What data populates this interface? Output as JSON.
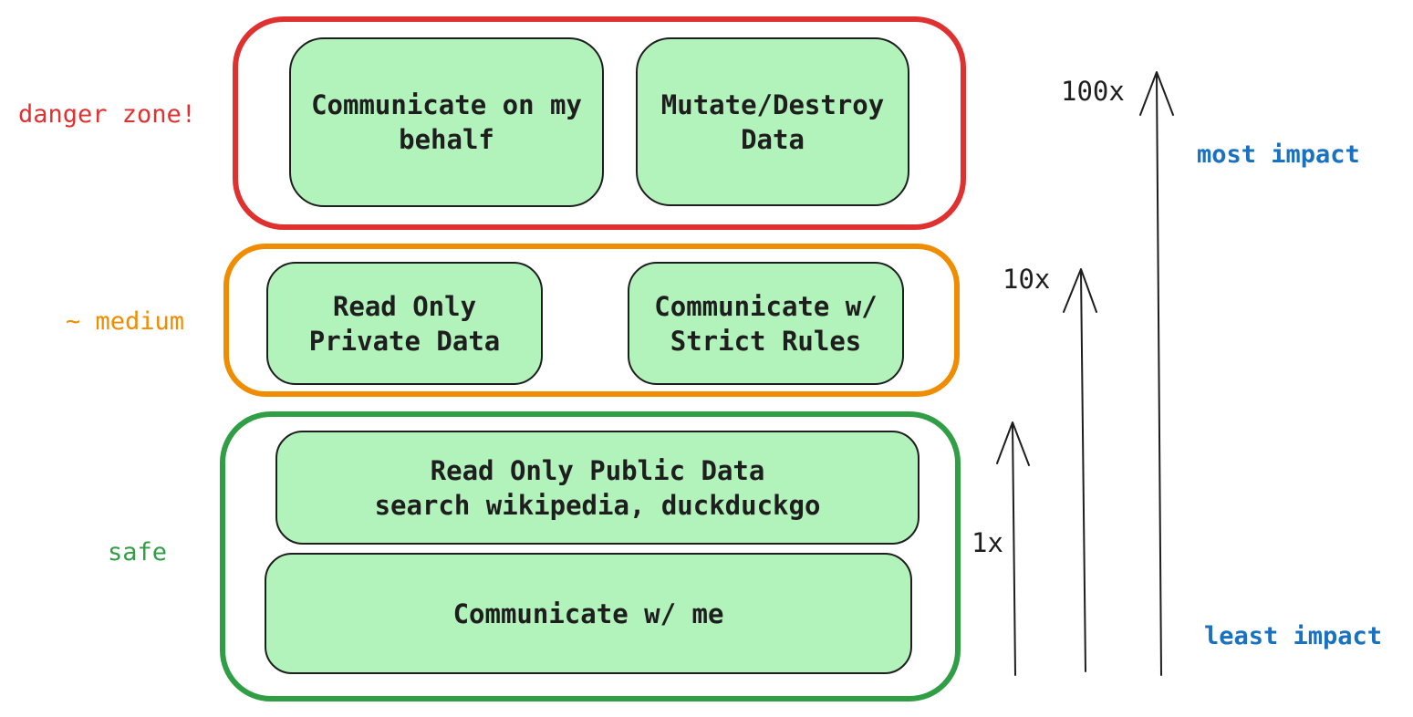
{
  "colors": {
    "danger": "#e03131",
    "medium": "#f08c00",
    "safe": "#2f9e44",
    "box_fill": "#b2f2bb",
    "impact": "#1971c2",
    "ink": "#1e1e1e"
  },
  "zones": {
    "danger": {
      "label": "danger zone!",
      "boxes": [
        "Communicate on my behalf",
        "Mutate/Destroy Data"
      ]
    },
    "medium": {
      "label": "~ medium",
      "boxes": [
        "Read Only\nPrivate Data",
        "Communicate w/\nStrict Rules"
      ]
    },
    "safe": {
      "label": "safe",
      "boxes": [
        "Read Only Public Data\nsearch wikipedia, duckduckgo",
        "Communicate w/ me"
      ]
    }
  },
  "multipliers": {
    "high": "100x",
    "mid": "10x",
    "low": "1x"
  },
  "impact": {
    "most": "most impact",
    "least": "least impact"
  }
}
